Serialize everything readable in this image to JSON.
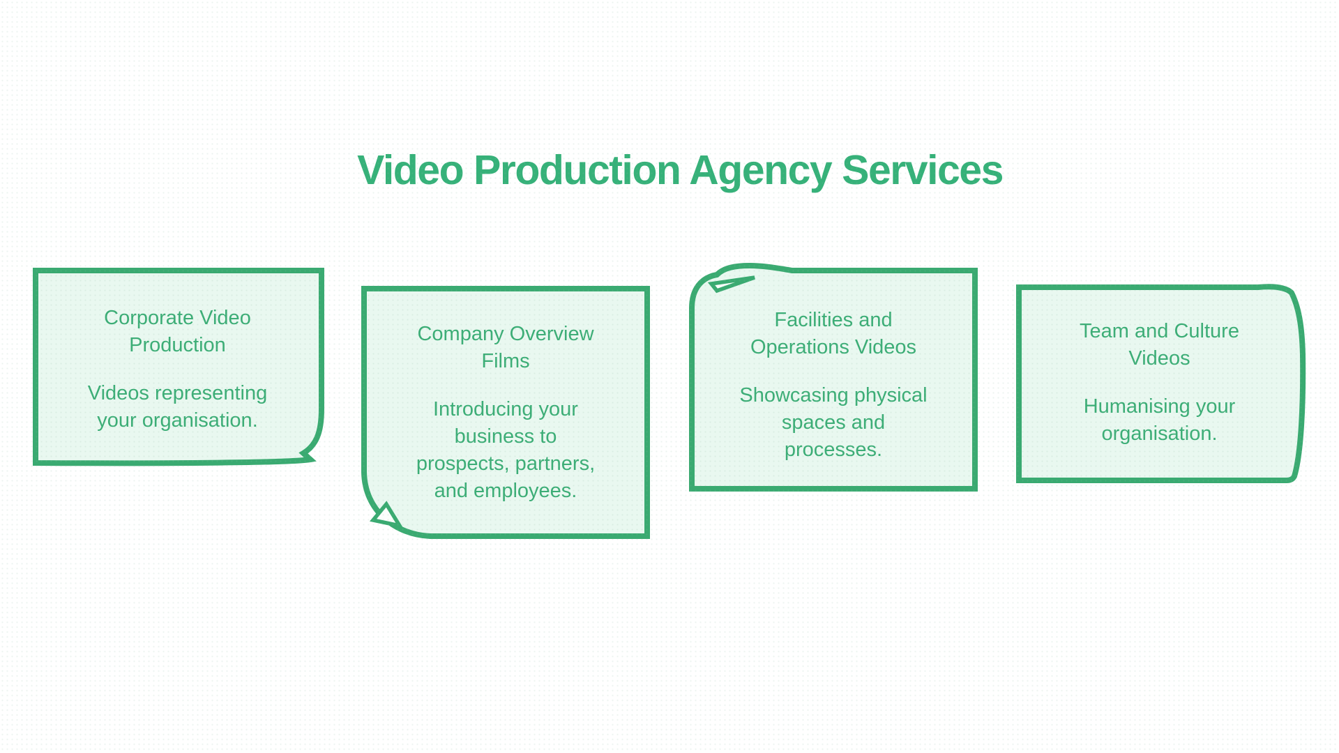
{
  "page": {
    "title": "Video Production Agency Services"
  },
  "theme": {
    "accent_green": "#3aaa71",
    "title_green": "#36b179",
    "card_text_green": "#3cad76",
    "card_fill": "#e9f8f0",
    "background": "#ffffff"
  },
  "cards": [
    {
      "name": "corporate-video-production",
      "fold_corner": "bottom-right",
      "title_lines": [
        "Corporate Video",
        "Production"
      ],
      "body_lines": [
        "Videos representing",
        "your organisation."
      ]
    },
    {
      "name": "company-overview-films",
      "fold_corner": "bottom-left",
      "title_lines": [
        "Company Overview",
        "Films"
      ],
      "body_lines": [
        "Introducing your",
        "business to",
        "prospects, partners,",
        "and employees."
      ]
    },
    {
      "name": "facilities-and-operations-videos",
      "fold_corner": "top-left",
      "title_lines": [
        "Facilities and",
        "Operations Videos"
      ],
      "body_lines": [
        "Showcasing physical",
        "spaces and",
        "processes."
      ]
    },
    {
      "name": "team-and-culture-videos",
      "fold_corner": "top-right",
      "title_lines": [
        "Team and Culture",
        "Videos"
      ],
      "body_lines": [
        "Humanising your",
        "organisation."
      ]
    }
  ]
}
